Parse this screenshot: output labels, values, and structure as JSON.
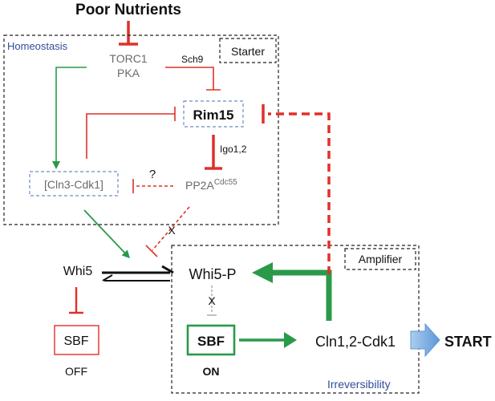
{
  "title": "Poor Nutrients",
  "boxes": {
    "homeostasis_label": "Homeostasis",
    "starter_label": "Starter",
    "amplifier_label": "Amplifier",
    "irreversibility_label": "Irreversibility"
  },
  "nodes": {
    "torc1": "TORC1",
    "pka": "PKA",
    "sch9": "Sch9",
    "rim15": "Rim15",
    "igo": "Igo1,2",
    "cln3_cdk1": "[Cln3-Cdk1]",
    "question": "?",
    "pp2a": "PP2A",
    "pp2a_sup": "Cdc55",
    "whi5": "Whi5",
    "whi5p": "Whi5-P",
    "sbf_off": "SBF",
    "off_label": "OFF",
    "sbf_on": "SBF",
    "on_label": "ON",
    "cln12_cdk1": "Cln1,2-Cdk1",
    "start": "START",
    "x_mark": "X"
  },
  "colors": {
    "inhibit": "#e0302a",
    "activate": "#2a9a4a",
    "box_blue": "#6a8ec0",
    "label_blue": "#2e4f9a",
    "start_arrow": "#7fb0e0",
    "gray_text": "#6a6a6a"
  }
}
